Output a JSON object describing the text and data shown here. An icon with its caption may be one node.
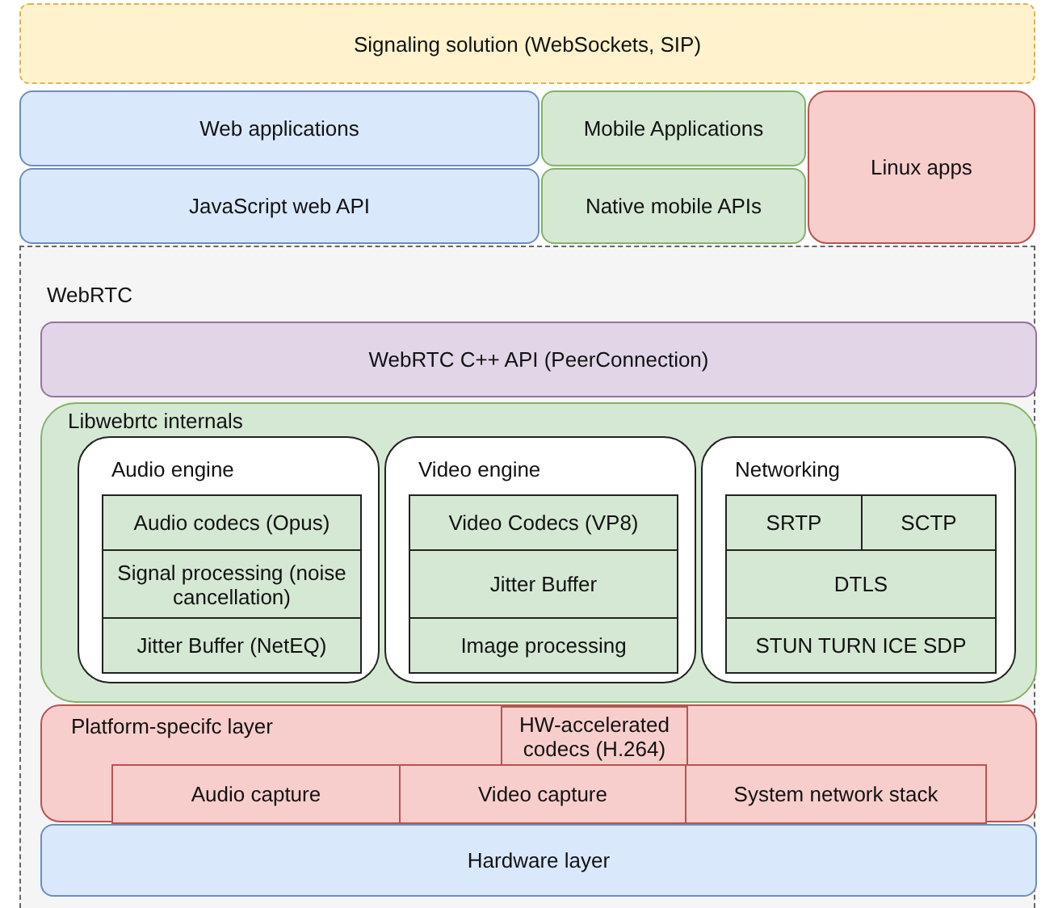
{
  "diagram": {
    "nodes": [
      {
        "text": [
          "Signaling solution (WebSockets, SIP)"
        ]
      },
      {
        "text": [
          "Web applications"
        ]
      },
      {
        "text": [
          "JavaScript web API"
        ]
      },
      {
        "text": [
          "Mobile Applications"
        ]
      },
      {
        "text": [
          "Native mobile APIs"
        ]
      },
      {
        "text": [
          "Linux apps"
        ]
      },
      {
        "text": [
          "WebRTC"
        ]
      },
      {
        "text": [
          "WebRTC C++ API (PeerConnection)"
        ],
        "in": 6
      },
      {
        "text": [
          "Libwebrtc internals"
        ],
        "in": 6
      },
      {
        "text": [
          "Audio engine"
        ],
        "in": 8
      },
      {
        "text": [
          "Audio codecs (Opus)"
        ],
        "in": 9
      },
      {
        "text": [
          "Signal processing (noise cancellation)"
        ],
        "in": 9
      },
      {
        "text": [
          "Jitter Buffer (NetEQ)"
        ],
        "in": 9
      },
      {
        "text": [
          "Video engine"
        ],
        "in": 8
      },
      {
        "text": [
          "Video Codecs (VP8)"
        ],
        "in": 13
      },
      {
        "text": [
          "Jitter Buffer"
        ],
        "in": 13
      },
      {
        "text": [
          "Image processing"
        ],
        "in": 13
      },
      {
        "text": [
          "Networking"
        ],
        "in": 8
      },
      {
        "text": [
          "SRTP"
        ],
        "in": 17
      },
      {
        "text": [
          "SCTP"
        ],
        "in": 17
      },
      {
        "text": [
          "DTLS"
        ],
        "in": 17
      },
      {
        "text": [
          "STUN TURN ICE SDP"
        ],
        "in": 17
      },
      {
        "text": [
          "Platform-specifc layer"
        ],
        "in": 6
      },
      {
        "text": [
          "HW-accelerated codecs (H.264)"
        ],
        "in": 22
      },
      {
        "text": [
          "Audio capture"
        ],
        "in": 22
      },
      {
        "text": [
          "Video capture"
        ],
        "in": 22
      },
      {
        "text": [
          "System network stack"
        ],
        "in": 22
      },
      {
        "text": [
          "Hardware layer"
        ],
        "in": 6
      }
    ]
  }
}
